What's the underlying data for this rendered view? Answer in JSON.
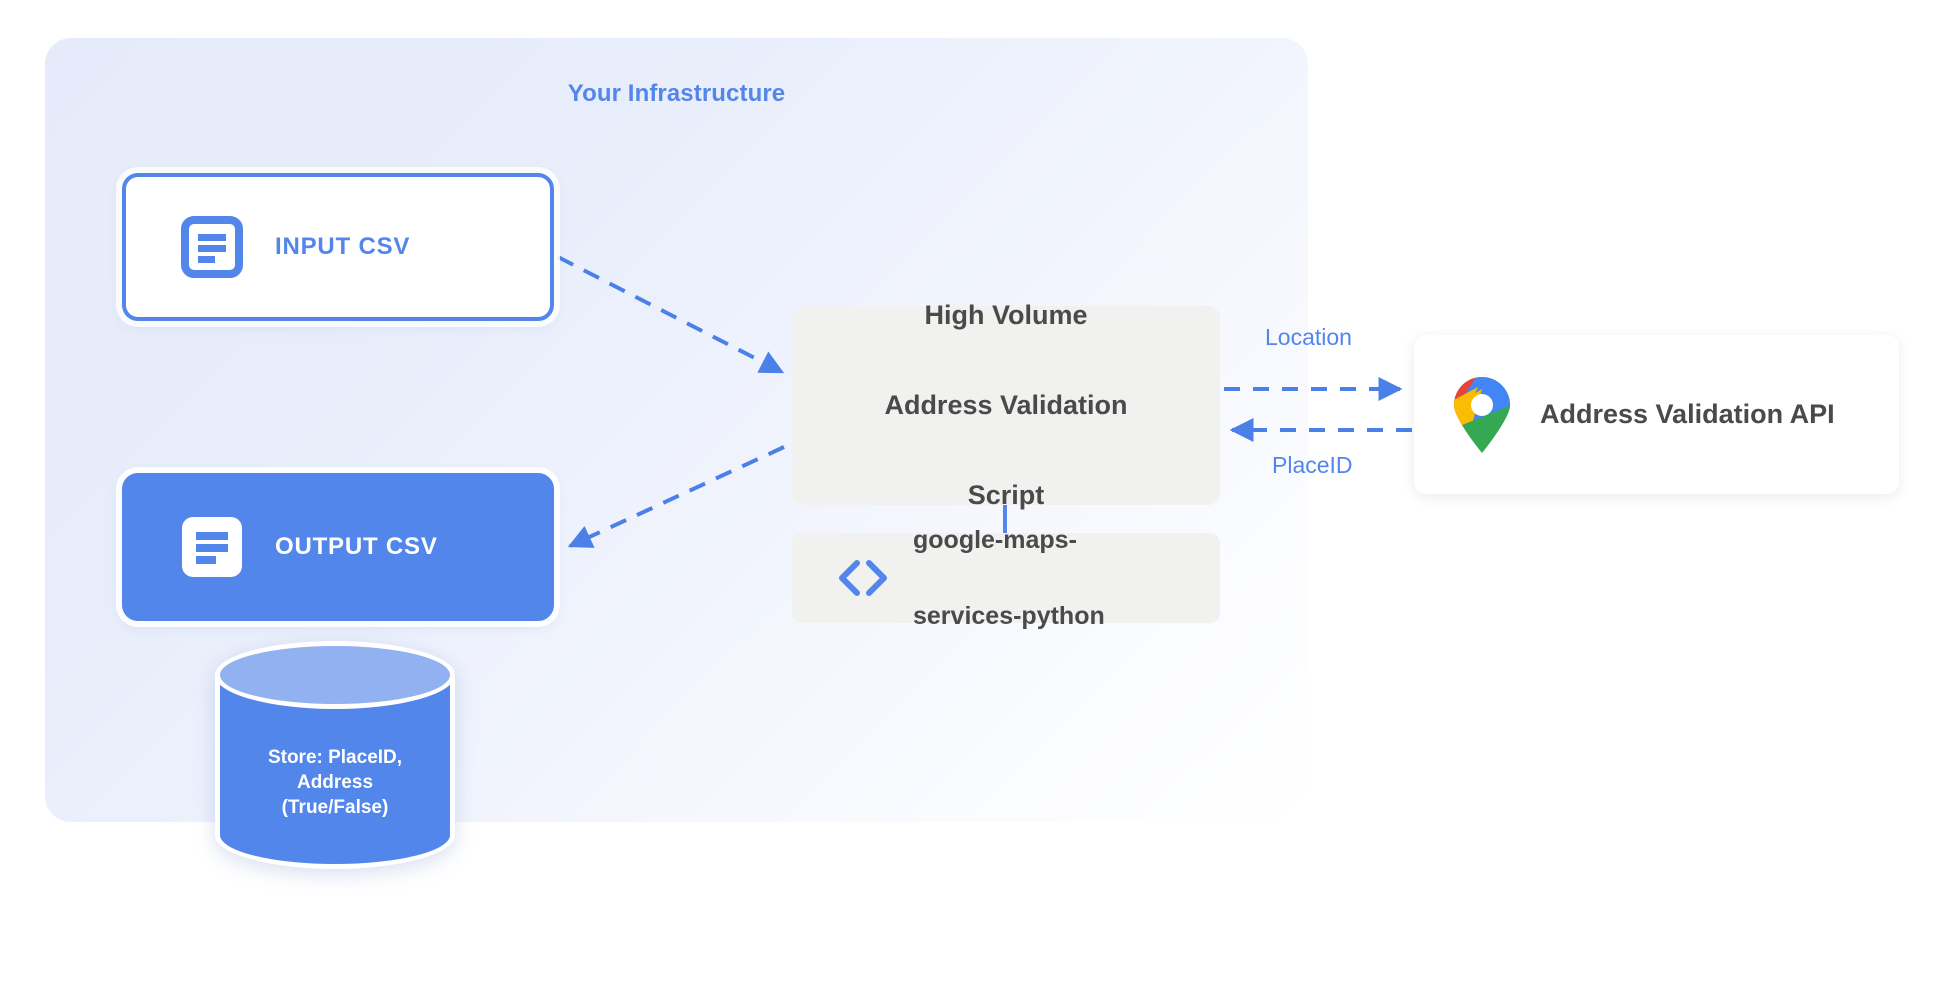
{
  "diagram": {
    "title": "High Volume Address Validation architecture",
    "colors": {
      "accent_blue": "#5286ea",
      "panel_bg_start": "#e5ebfa",
      "panel_bg_end": "#ffffff",
      "box_gray": "#f1f1f0",
      "text_dark": "#4a4a4a",
      "cylinder_top": "#91b1f0",
      "cylinder_body": "#5286ea",
      "pin_blue": "#4285f4",
      "pin_red": "#ea4335",
      "pin_yellow": "#fbbc04",
      "pin_green": "#34a853"
    }
  },
  "infrastructure": {
    "title": "Your Infrastructure"
  },
  "nodes": {
    "input_csv": {
      "label": "INPUT CSV",
      "icon": "document-icon"
    },
    "output_csv": {
      "label": "OUTPUT CSV",
      "icon": "document-icon"
    },
    "database": {
      "label": "Store: PlaceID,\nAddress\n(True/False)",
      "lines": [
        "Store: PlaceID,",
        "Address",
        "(True/False)"
      ],
      "icon": "database-cylinder-icon"
    },
    "script": {
      "label": "High Volume\nAddress Validation\nScript",
      "lines": [
        "High Volume",
        "Address Validation",
        "Script"
      ]
    },
    "library": {
      "label": "google-maps-\nservices-python",
      "lines": [
        "google-maps-",
        "services-python"
      ],
      "icon": "code-brackets-icon"
    },
    "api": {
      "label": "Address Validation API",
      "icon": "google-maps-pin-icon"
    }
  },
  "edges": [
    {
      "id": "input-to-script",
      "from": "input_csv",
      "to": "script",
      "style": "dashed",
      "label": ""
    },
    {
      "id": "script-to-output",
      "from": "script",
      "to": "output_csv",
      "style": "dashed",
      "label": ""
    },
    {
      "id": "script-to-api",
      "from": "script",
      "to": "api",
      "style": "dashed",
      "label": "Location"
    },
    {
      "id": "api-to-script",
      "from": "api",
      "to": "script",
      "style": "dashed",
      "label": "PlaceID"
    },
    {
      "id": "script-to-library",
      "from": "script",
      "to": "library",
      "style": "solid",
      "label": ""
    }
  ],
  "edge_labels": {
    "location": "Location",
    "placeid": "PlaceID"
  }
}
